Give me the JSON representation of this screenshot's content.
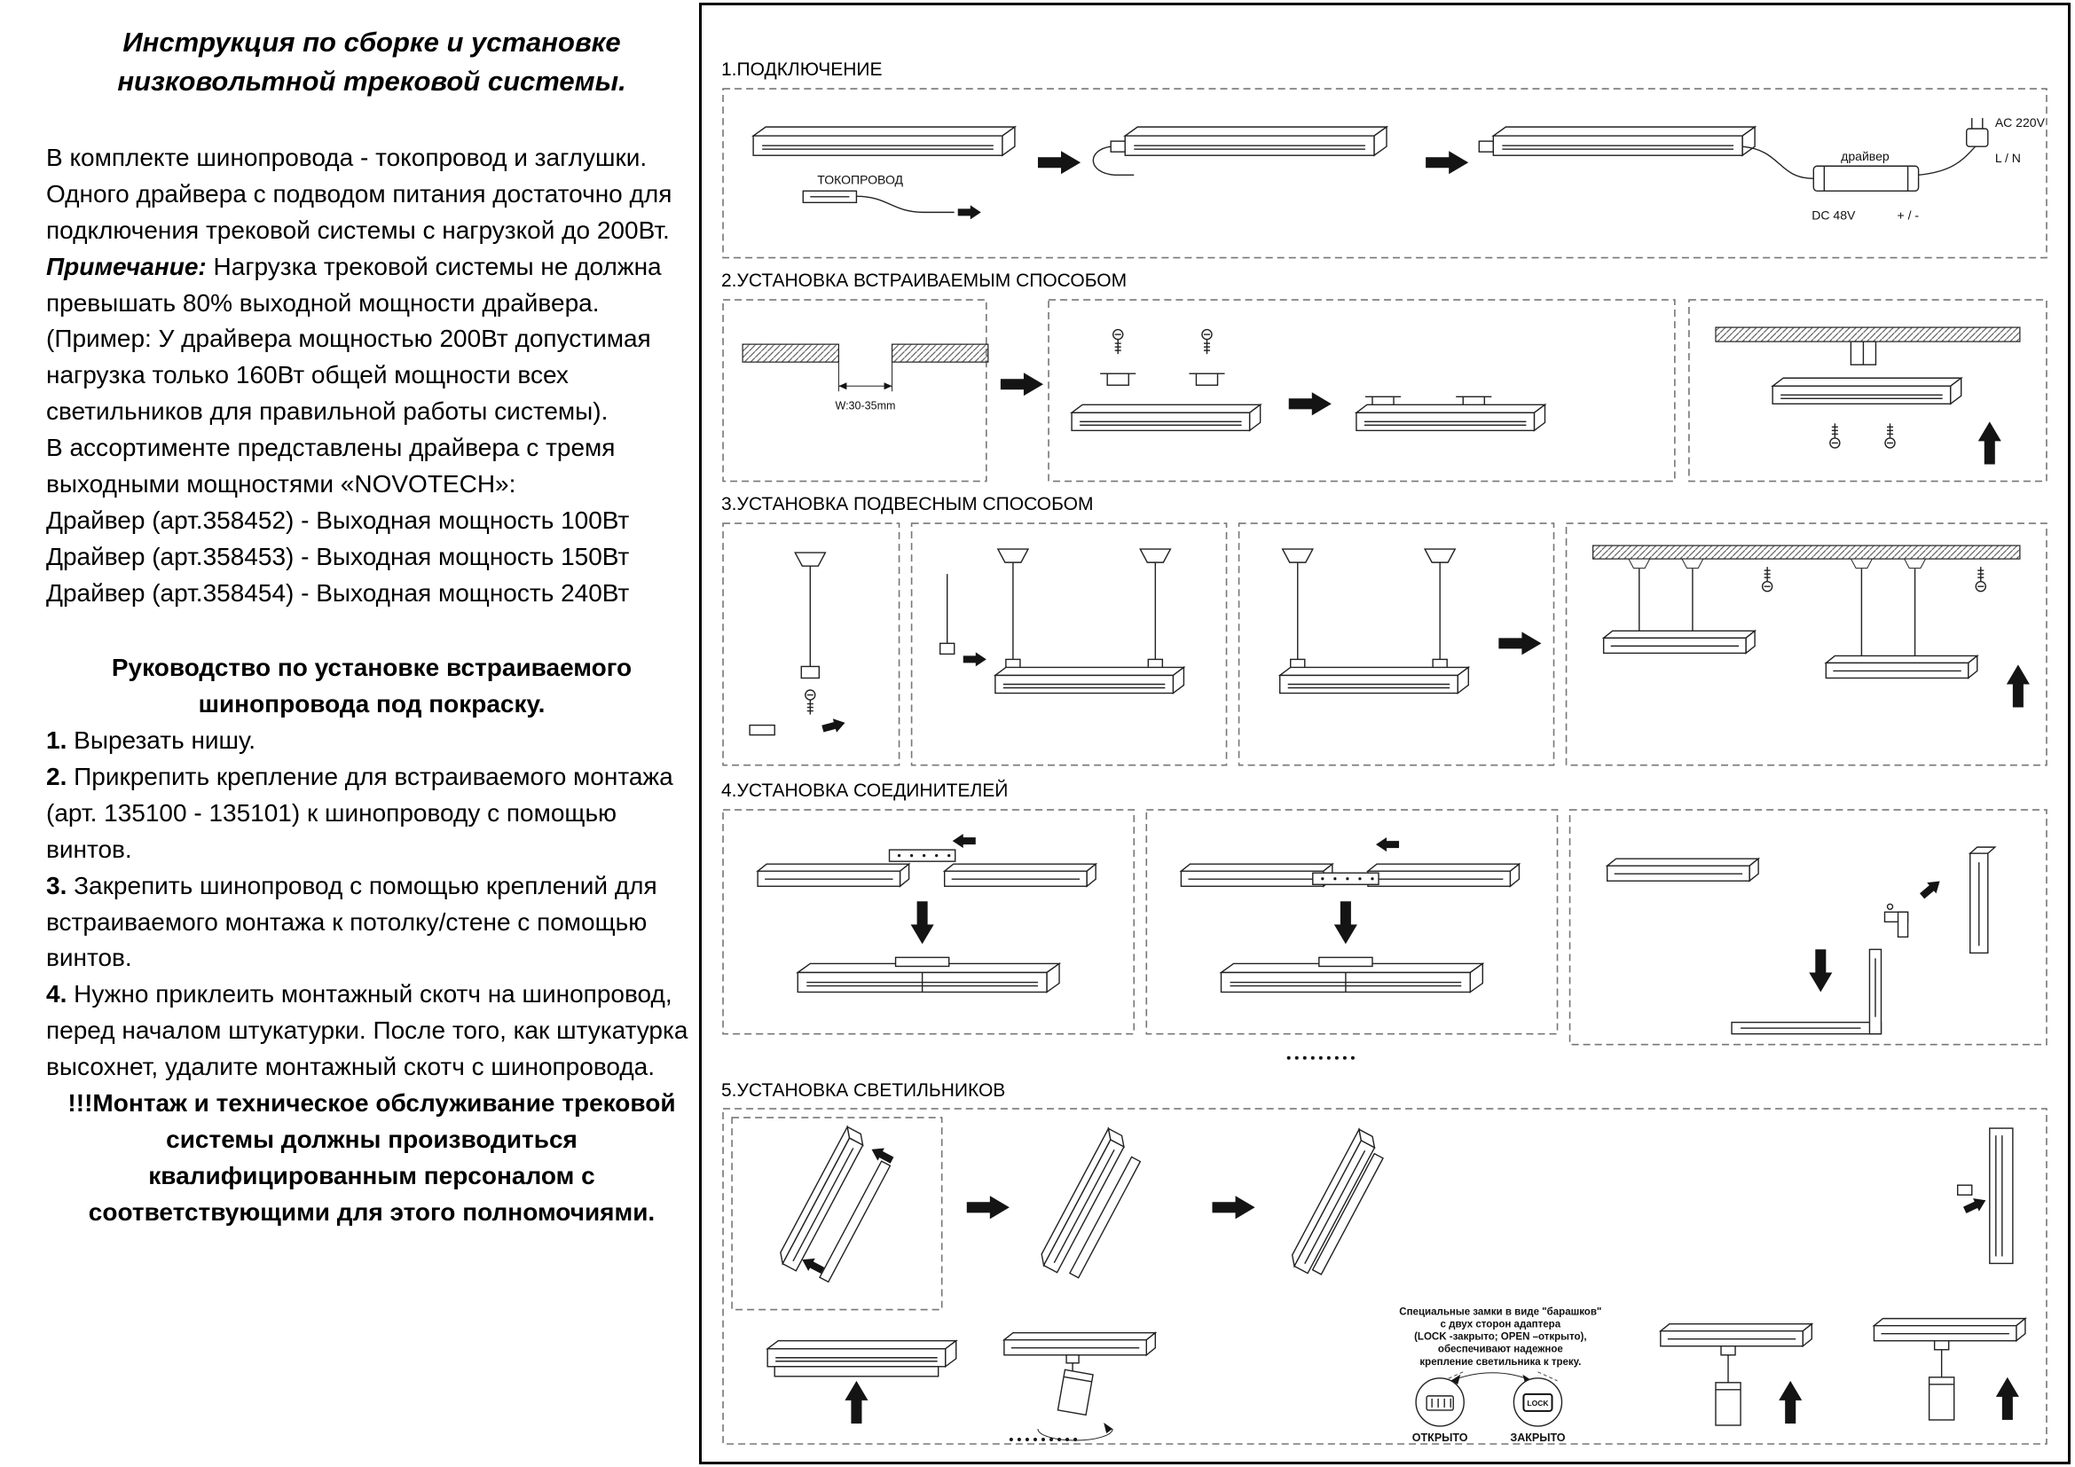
{
  "left": {
    "title": "Инструкция по сборке и установке низковольтной трековой системы.",
    "intro": "В комплекте шинопровода - токопровод и заглушки. Одного драйвера с подводом питания достаточно для подключения трековой системы с нагрузкой до 200Вт.",
    "note_label": "Примечание:",
    "note_text": "Нагрузка трековой системы не должна превышать 80% выходной мощности драйвера.",
    "example": "(Пример: У драйвера мощностью 200Вт допустимая нагрузка только 160Вт общей мощности всех светильников для правильной работы системы).",
    "assortment": "В ассортименте представлены драйвера с тремя выходными мощностями «NOVOTECH»:",
    "drivers": [
      "Драйвер (арт.358452) - Выходная мощность 100Вт",
      "Драйвер (арт.358453) - Выходная мощность 150Вт",
      "Драйвер (арт.358454) - Выходная мощность 240Вт"
    ],
    "guide_heading": "Руководство по установке встраиваемого шинопровода под покраску.",
    "steps": [
      {
        "num": "1.",
        "text": "Вырезать нишу."
      },
      {
        "num": "2.",
        "text": "Прикрепить крепление для встраиваемого монтажа (арт. 135100 - 135101) к шинопроводу с помощью винтов."
      },
      {
        "num": "3.",
        "text": "Закрепить шинопровод с помощью креплений для встраиваемого монтажа к потолку/стене с помощью винтов."
      },
      {
        "num": "4.",
        "text": "Нужно приклеить монтажный скотч на шинопровод, перед началом штукатурки. После того, как штукатурка высохнет, удалите монтажный скотч с шинопровода."
      }
    ],
    "warning": "!!!Монтаж и техническое обслуживание трековой системы должны производиться квалифицированным персоналом с соответствующими для этого полномочиями."
  },
  "diagrams": {
    "s1": {
      "heading": "1.ПОДКЛЮЧЕНИЕ",
      "labels": {
        "tokoprovod": "ТОКОПРОВОД",
        "driver": "драйвер",
        "ac": "AC  220V",
        "ln": "L / N",
        "dc": "DC 48V",
        "pm": "+ / -"
      }
    },
    "s2": {
      "heading": "2.УСТАНОВКА ВСТРАИВАЕМЫМ СПОСОБОМ",
      "labels": {
        "width": "W:30-35mm"
      }
    },
    "s3": {
      "heading": "3.УСТАНОВКА ПОДВЕСНЫМ СПОСОБОМ"
    },
    "s4": {
      "heading": "4.УСТАНОВКА СОЕДИНИТЕЛЕЙ"
    },
    "s5": {
      "heading": "5.УСТАНОВКА СВЕТИЛЬНИКОВ",
      "note_lines": [
        "Специальные замки в виде \"барашков\"",
        "с двух сторон адаптера",
        "(LOCK -закрыто; OPEN –открыто),",
        "обеспечивают надежное",
        "крепление светильника к треку."
      ],
      "labels": {
        "open_state": "ОТКРЫТО",
        "closed_state": "ЗАКРЫТО",
        "lock": "LOCK"
      }
    }
  }
}
